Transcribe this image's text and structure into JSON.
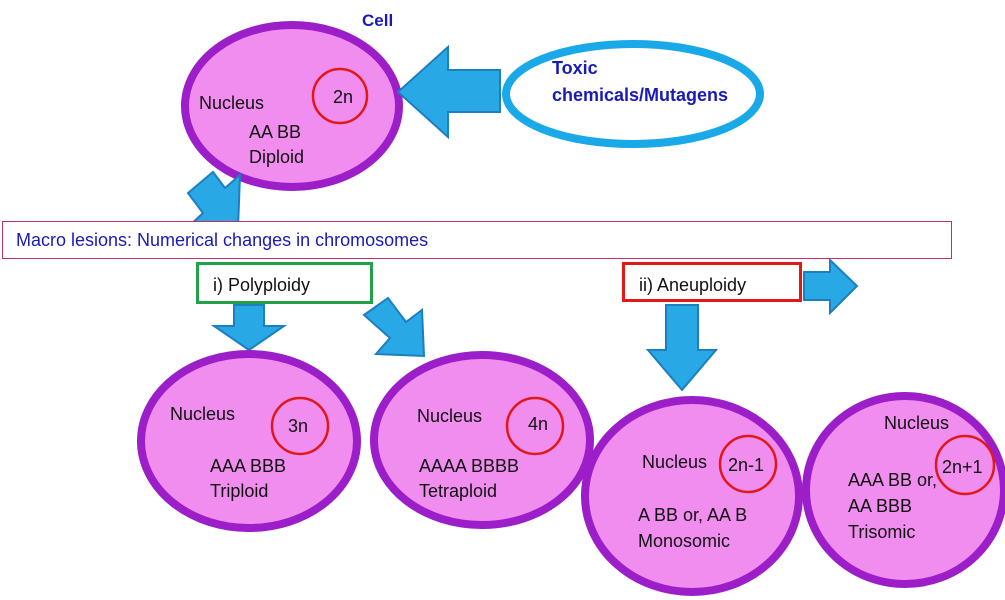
{
  "colors": {
    "cell_fill": "#f28df0",
    "cell_border": "#9b1ec8",
    "arrow_fill": "#29a8e6",
    "arrow_stroke": "#1b7fc0",
    "gene_circle": "#e01818",
    "source_ellipse": "#19a8e8",
    "banner_border": "#c0306a",
    "polyploidy_border": "#22a14a",
    "aneuploidy_border": "#e01818",
    "label_blue": "#1a1ab8"
  },
  "top": {
    "cell_label": "Cell",
    "nucleus": "Nucleus",
    "ploidy": "2n",
    "genotype": "AA BB",
    "type": "Diploid",
    "source_line1": "Toxic",
    "source_line2": "chemicals/Mutagens"
  },
  "banner": "Macro lesions: Numerical changes in chromosomes",
  "categories": {
    "polyploidy": "i) Polyploidy",
    "aneuploidy": "ii) Aneuploidy"
  },
  "cells": [
    {
      "nucleus": "Nucleus",
      "ploidy": "3n",
      "genotype": "AAA BBB",
      "type": "Triploid"
    },
    {
      "nucleus": "Nucleus",
      "ploidy": "4n",
      "genotype": "AAAA BBBB",
      "type": "Tetraploid"
    },
    {
      "nucleus": "Nucleus",
      "ploidy": "2n-1",
      "genotype": "A BB or, AA B",
      "type": "Monosomic"
    },
    {
      "nucleus": "Nucleus",
      "ploidy": "2n+1",
      "genotype_line1": "AAA BB or,",
      "genotype_line2": "AA BBB",
      "type": "Trisomic"
    }
  ]
}
